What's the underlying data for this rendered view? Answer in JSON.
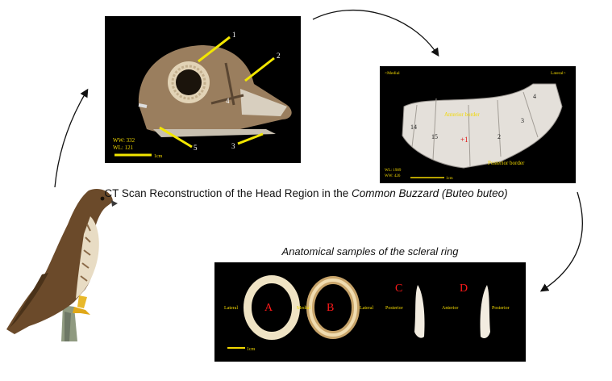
{
  "caption": {
    "prefix": "CT Scan Reconstruction of the Head Region in the ",
    "species": "Common Buzzard (Buteo buteo)"
  },
  "subcaption": "Anatomical samples of the scleral ring",
  "ct_panel": {
    "callouts": [
      "1",
      "2",
      "3",
      "4",
      "5"
    ],
    "ww": "WW: 332",
    "wl": "WL: 121",
    "scale": "1cm"
  },
  "ring_panel": {
    "top_left": "<Medial",
    "top_right": "Lateral>",
    "anterior": "Anterior border",
    "posterior": "Posterior border",
    "ossicles": [
      "4",
      "3",
      "2",
      "+1",
      "15",
      "14"
    ],
    "wl": "WL: 1989",
    "ww": "WW: 426",
    "scale": "1cm"
  },
  "samples_panel": {
    "letters": [
      "A",
      "B",
      "C",
      "D"
    ],
    "labels": [
      "Lateral",
      "Medial",
      "Lateral",
      "Posterior",
      "Anterior",
      "Posterior"
    ],
    "scale": "1cm"
  },
  "colors": {
    "panel_bg": "#000000",
    "callout": "#f2e600",
    "sample_letter": "#ff1a1a",
    "panel_text": "#f2d800"
  }
}
